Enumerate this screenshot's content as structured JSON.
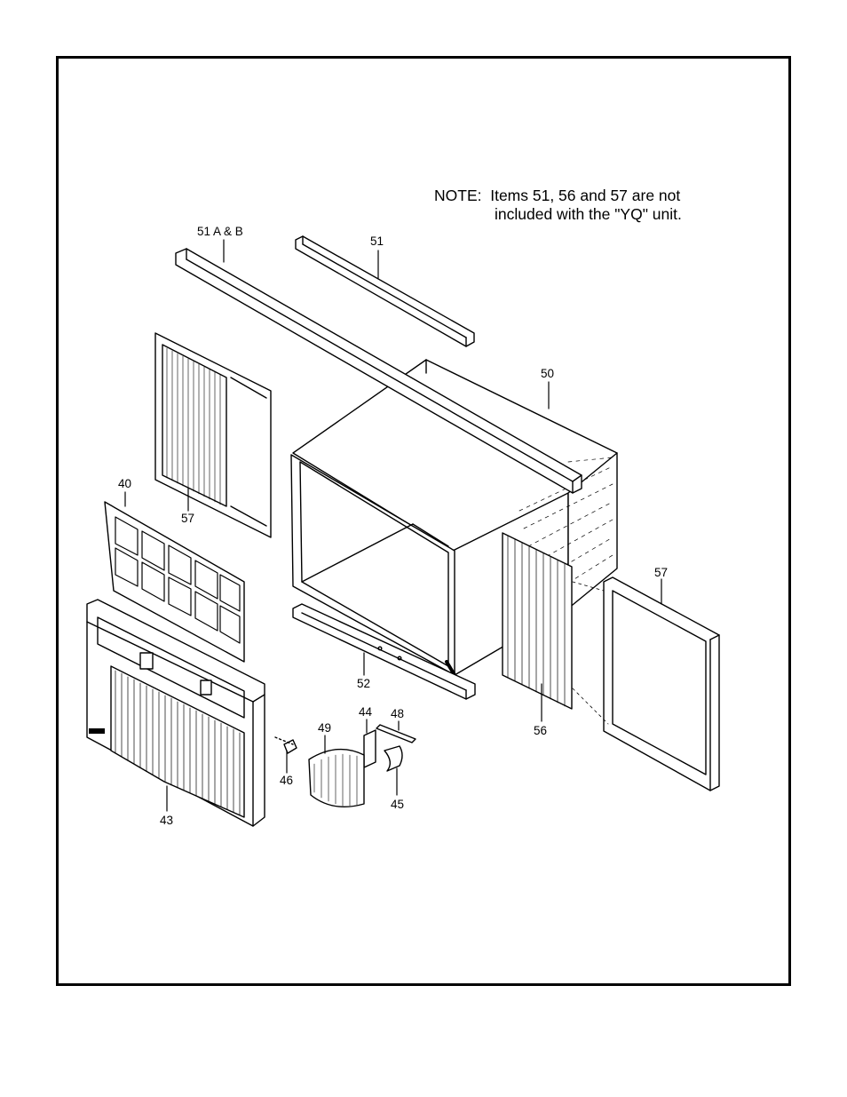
{
  "note": {
    "prefix": "NOTE:",
    "line1": "Items 51, 56 and 57 are not",
    "line2": "included with the \"YQ\" unit."
  },
  "labels": {
    "p51ab": "51 A & B",
    "p51": "51",
    "p50": "50",
    "p57a": "57",
    "p40": "40",
    "p57b": "57",
    "p52": "52",
    "p56": "56",
    "p44": "44",
    "p48": "48",
    "p49": "49",
    "p46": "46",
    "p45": "45",
    "p43": "43"
  },
  "colors": {
    "ink": "#000000",
    "paper": "#ffffff"
  }
}
